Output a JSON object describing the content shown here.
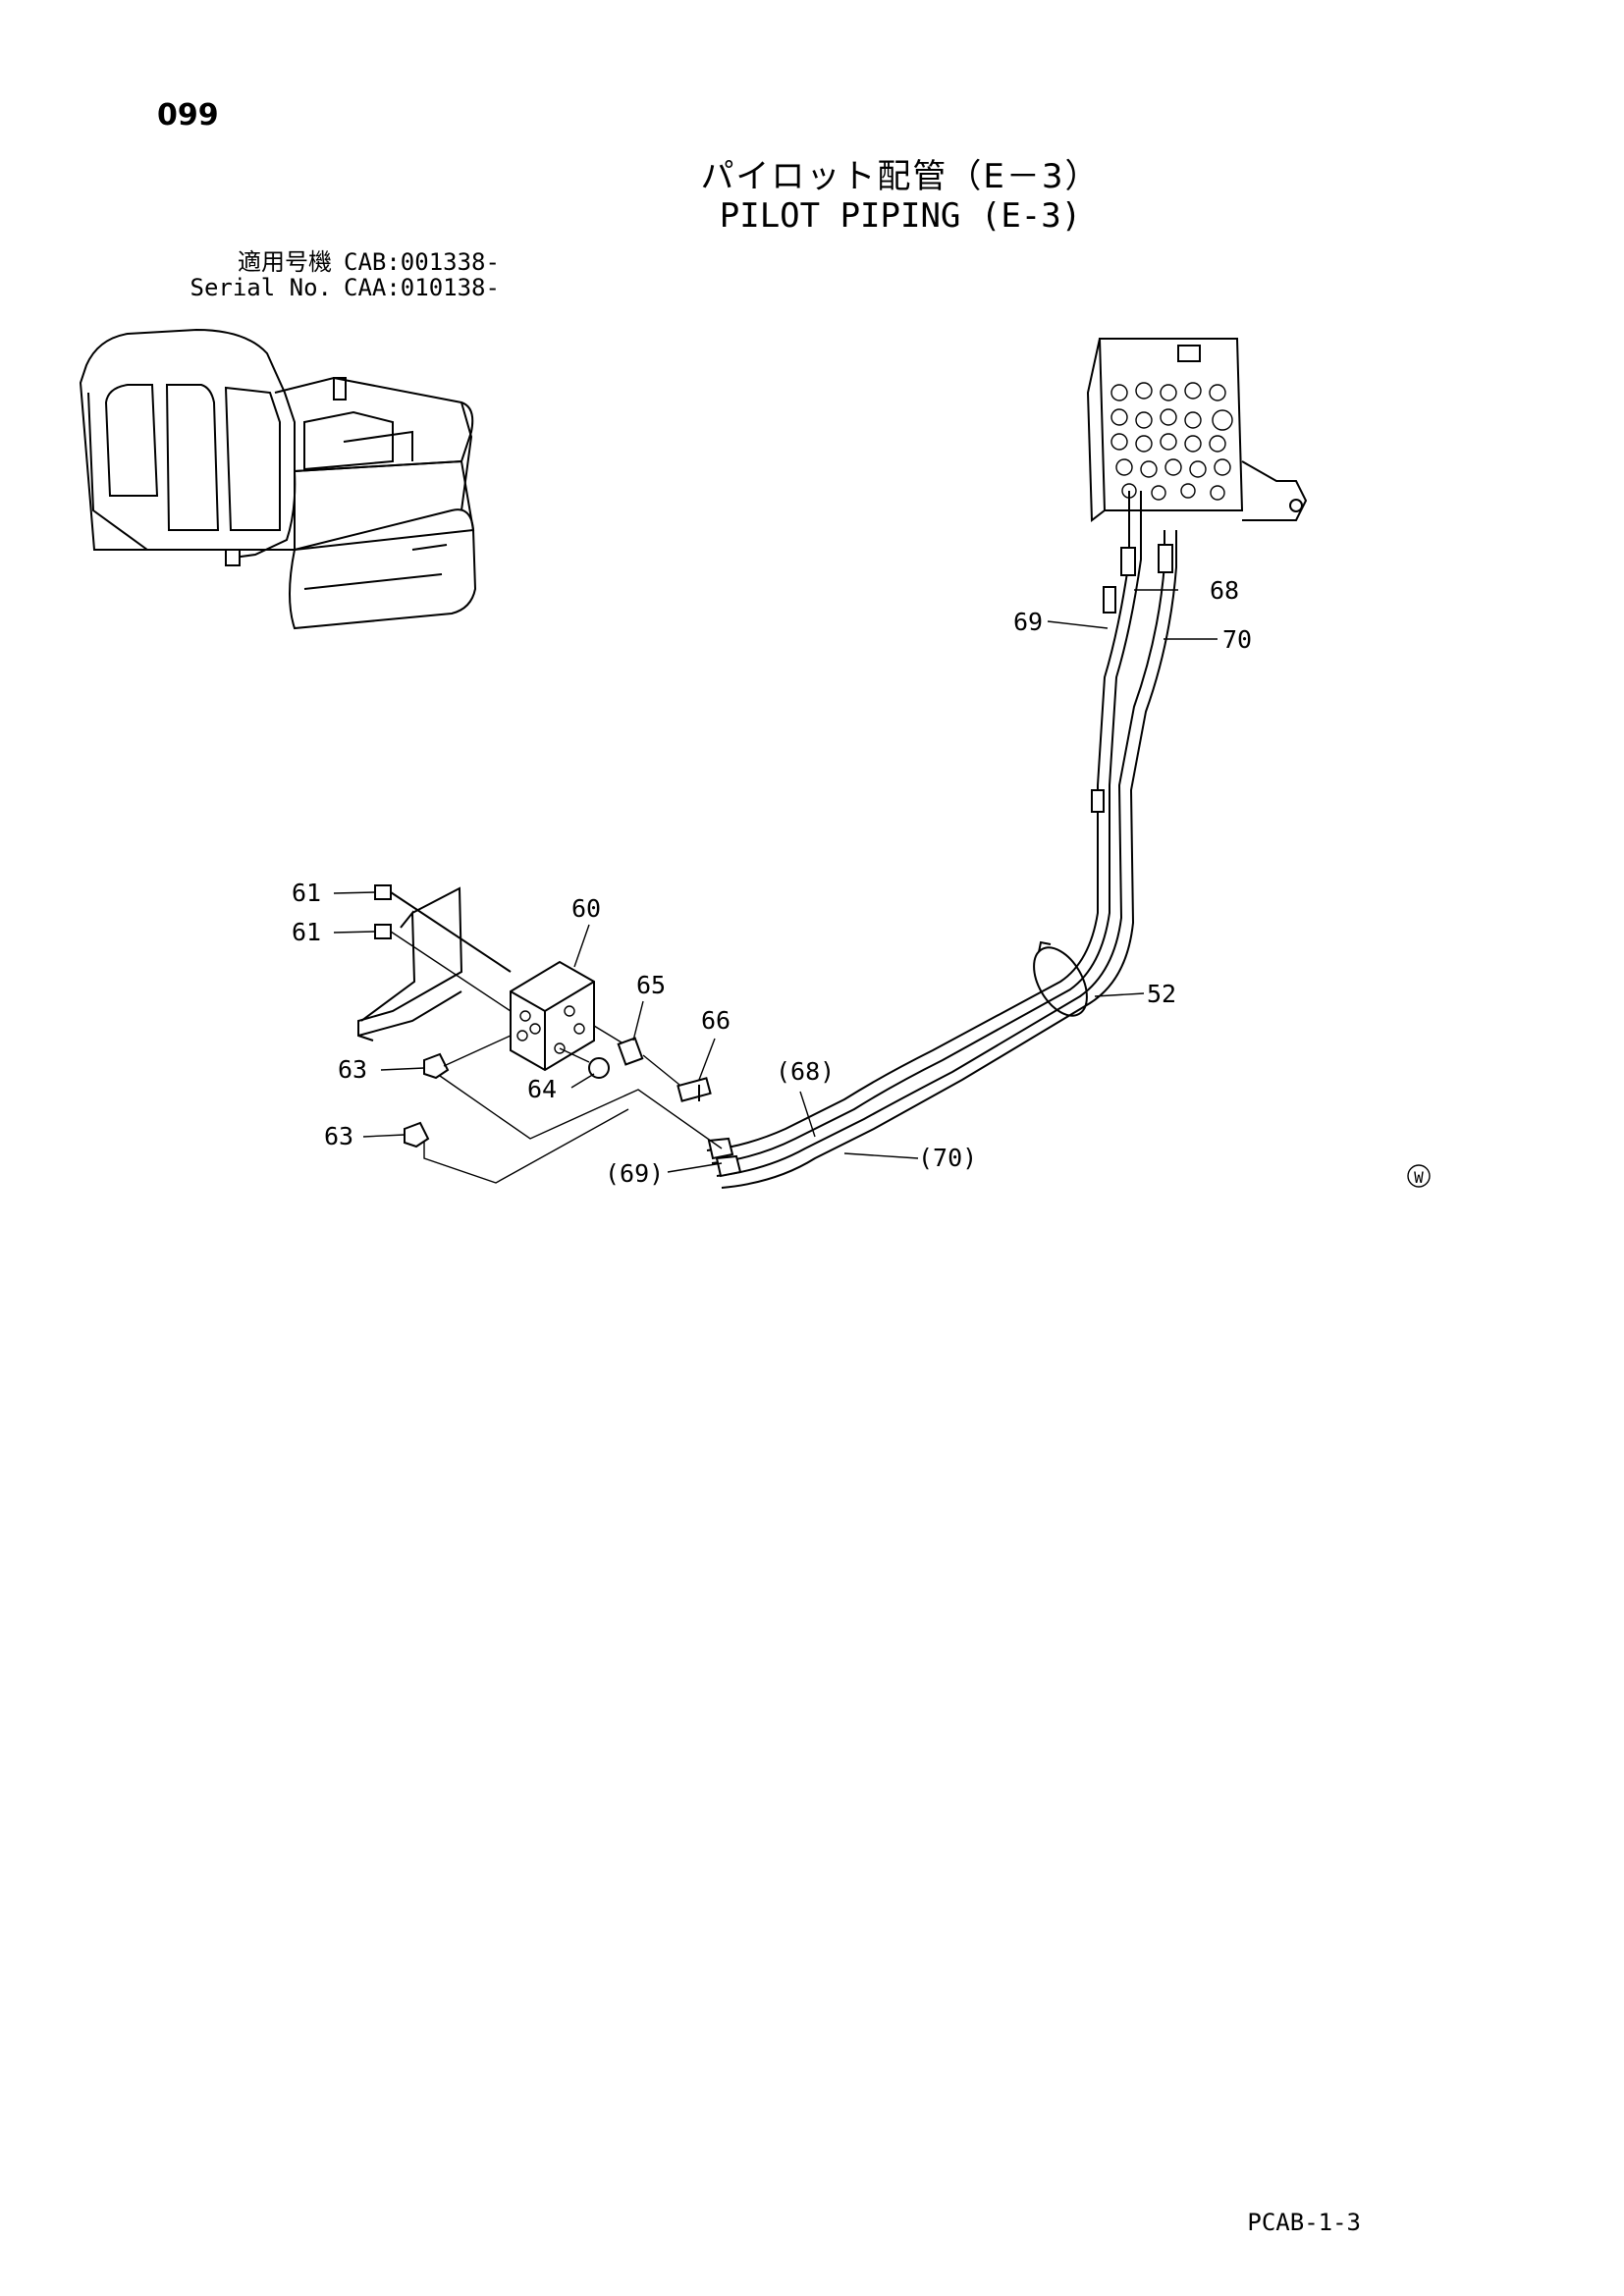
{
  "page": {
    "number": "099",
    "title_ja": "パイロット配管（E－3）",
    "title_en": "PILOT PIPING (E-3)",
    "code": "PCAB-1-3",
    "mark": "W"
  },
  "serial": [
    {
      "label": "適用号機",
      "value": "CAB:001338-"
    },
    {
      "label": "Serial No.",
      "value": "CAA:010138-"
    }
  ],
  "callouts": {
    "c52": "52",
    "c60": "60",
    "c61a": "61",
    "c61b": "61",
    "c63a": "63",
    "c63b": "63",
    "c64": "64",
    "c65": "65",
    "c66": "66",
    "c68": "68",
    "c69": "69",
    "c70": "70",
    "c68p": "(68)",
    "c69p": "(69)",
    "c70p": "(70)"
  }
}
